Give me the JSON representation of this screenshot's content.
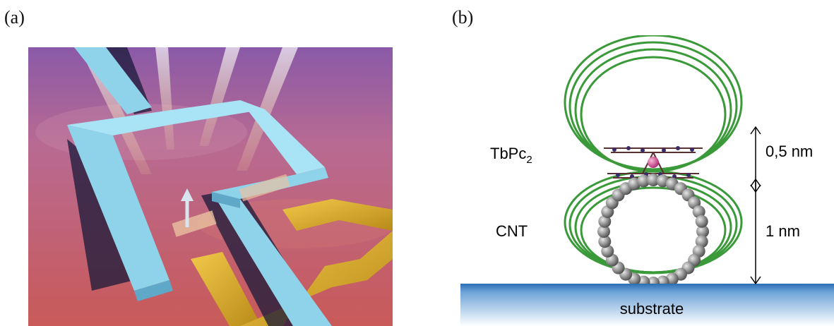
{
  "panel_a": {
    "label": "(a)"
  },
  "panel_b": {
    "label": "(b)",
    "molecule_label": "TbPc",
    "molecule_subscript": "2",
    "tube_label": "CNT",
    "dim_top": "0,5 nm",
    "dim_bottom": "1 nm",
    "substrate_label": "substrate"
  },
  "colors": {
    "loop_green": "#3a9a3a",
    "substrate_top": "#2a6db5",
    "tb_atom": "#d0408a",
    "carbon_atom": "#8a8a8a"
  }
}
